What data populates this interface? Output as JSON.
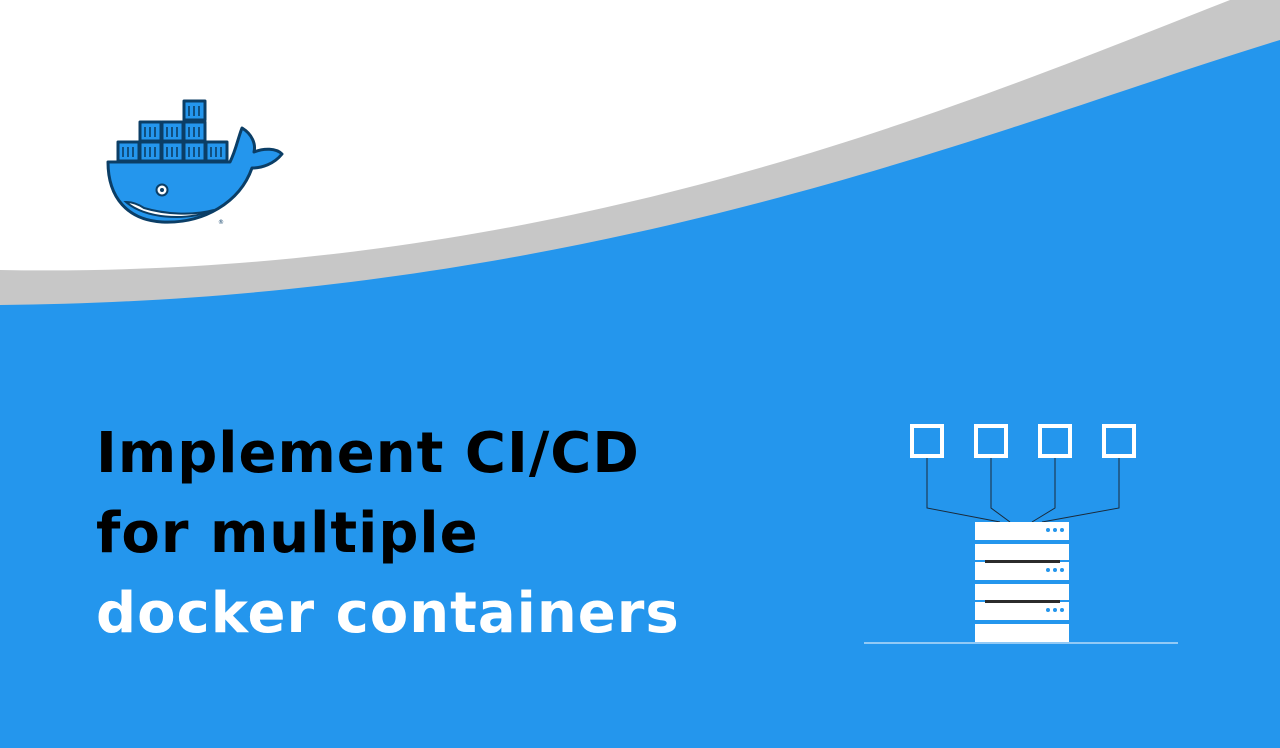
{
  "banner": {
    "headline": {
      "line1": "Implement CI/CD",
      "line2": "for multiple",
      "line3": "docker containers"
    }
  },
  "logo": {
    "name": "docker-logo",
    "registered_mark": "®"
  },
  "illustration": {
    "name": "server-rack-with-containers",
    "container_count": 4
  },
  "colors": {
    "background_blue": "#2496ed",
    "top_white": "#ffffff",
    "swoosh_gray": "#c7c7c7",
    "headline_dark": "#000000",
    "headline_light": "#ffffff",
    "logo_blue": "#2496ed",
    "logo_outline": "#0b3e66"
  }
}
